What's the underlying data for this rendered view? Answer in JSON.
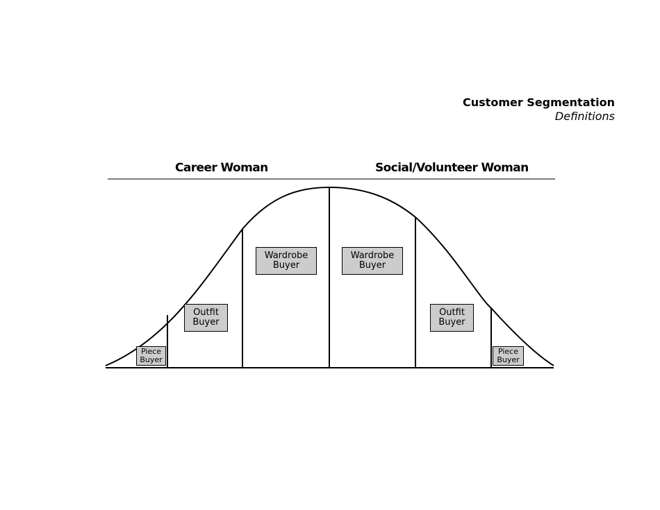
{
  "header": {
    "title": "Customer Segmentation",
    "subtitle": "Definitions"
  },
  "groups": {
    "left": "Career Woman",
    "right": "Social/Volunteer Woman"
  },
  "segments": {
    "left_piece": [
      "Piece",
      "Buyer"
    ],
    "left_outfit": [
      "Outfit",
      "Buyer"
    ],
    "left_wardrobe": [
      "Wardrobe",
      "Buyer"
    ],
    "right_wardrobe": [
      "Wardrobe",
      "Buyer"
    ],
    "right_outfit": [
      "Outfit",
      "Buyer"
    ],
    "right_piece": [
      "Piece",
      "Buyer"
    ]
  },
  "colors": {
    "box_fill": "#cccccc",
    "line": "#000000"
  }
}
